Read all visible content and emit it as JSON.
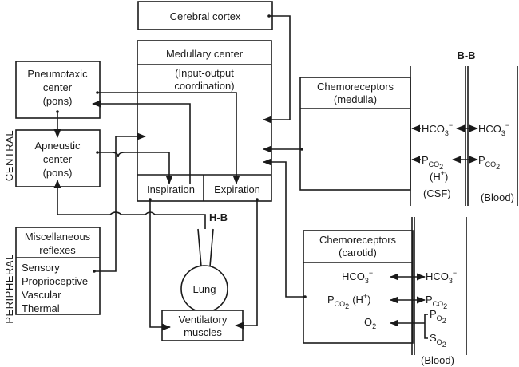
{
  "side_labels": {
    "central": "CENTRAL",
    "peripheral": "PERIPHERAL"
  },
  "boxes": {
    "cerebral_cortex": "Cerebral cortex",
    "medullary_center": "Medullary center",
    "medullary_sub_1": "(Input-output",
    "medullary_sub_2": "coordination)",
    "inspiration": "Inspiration",
    "expiration": "Expiration",
    "pneumotaxic_1": "Pneumotaxic",
    "pneumotaxic_2": "center",
    "pneumotaxic_3": "(pons)",
    "apneustic_1": "Apneustic",
    "apneustic_2": "center",
    "apneustic_3": "(pons)",
    "misc_1": "Miscellaneous",
    "misc_2": "reflexes",
    "misc_list": [
      "Sensory",
      "Proprioceptive",
      "Vascular",
      "Thermal"
    ],
    "lung": "Lung",
    "ventilatory_1": "Ventilatory",
    "ventilatory_2": "muscles",
    "chemo_medulla_1": "Chemoreceptors",
    "chemo_medulla_2": "(medulla)",
    "chemo_carotid_1": "Chemoreceptors",
    "chemo_carotid_2": "(carotid)"
  },
  "labels": {
    "hb": "H-B",
    "bb": "B-B",
    "csf": "(CSF)",
    "blood_top": "(Blood)",
    "blood_bottom": "(Blood)",
    "h_plus": "(H",
    "h_plus_sup": "+",
    "h_plus_close": ")"
  },
  "chemistry": {
    "hco3": "HCO",
    "hco3_sub": "3",
    "hco3_sup": "−",
    "p": "P",
    "co2_sub": "CO",
    "co2_sub2": "2",
    "o2": "O",
    "o2_sub": "2",
    "po2_sub": "O",
    "s": "S",
    "so2_sub": "O"
  }
}
